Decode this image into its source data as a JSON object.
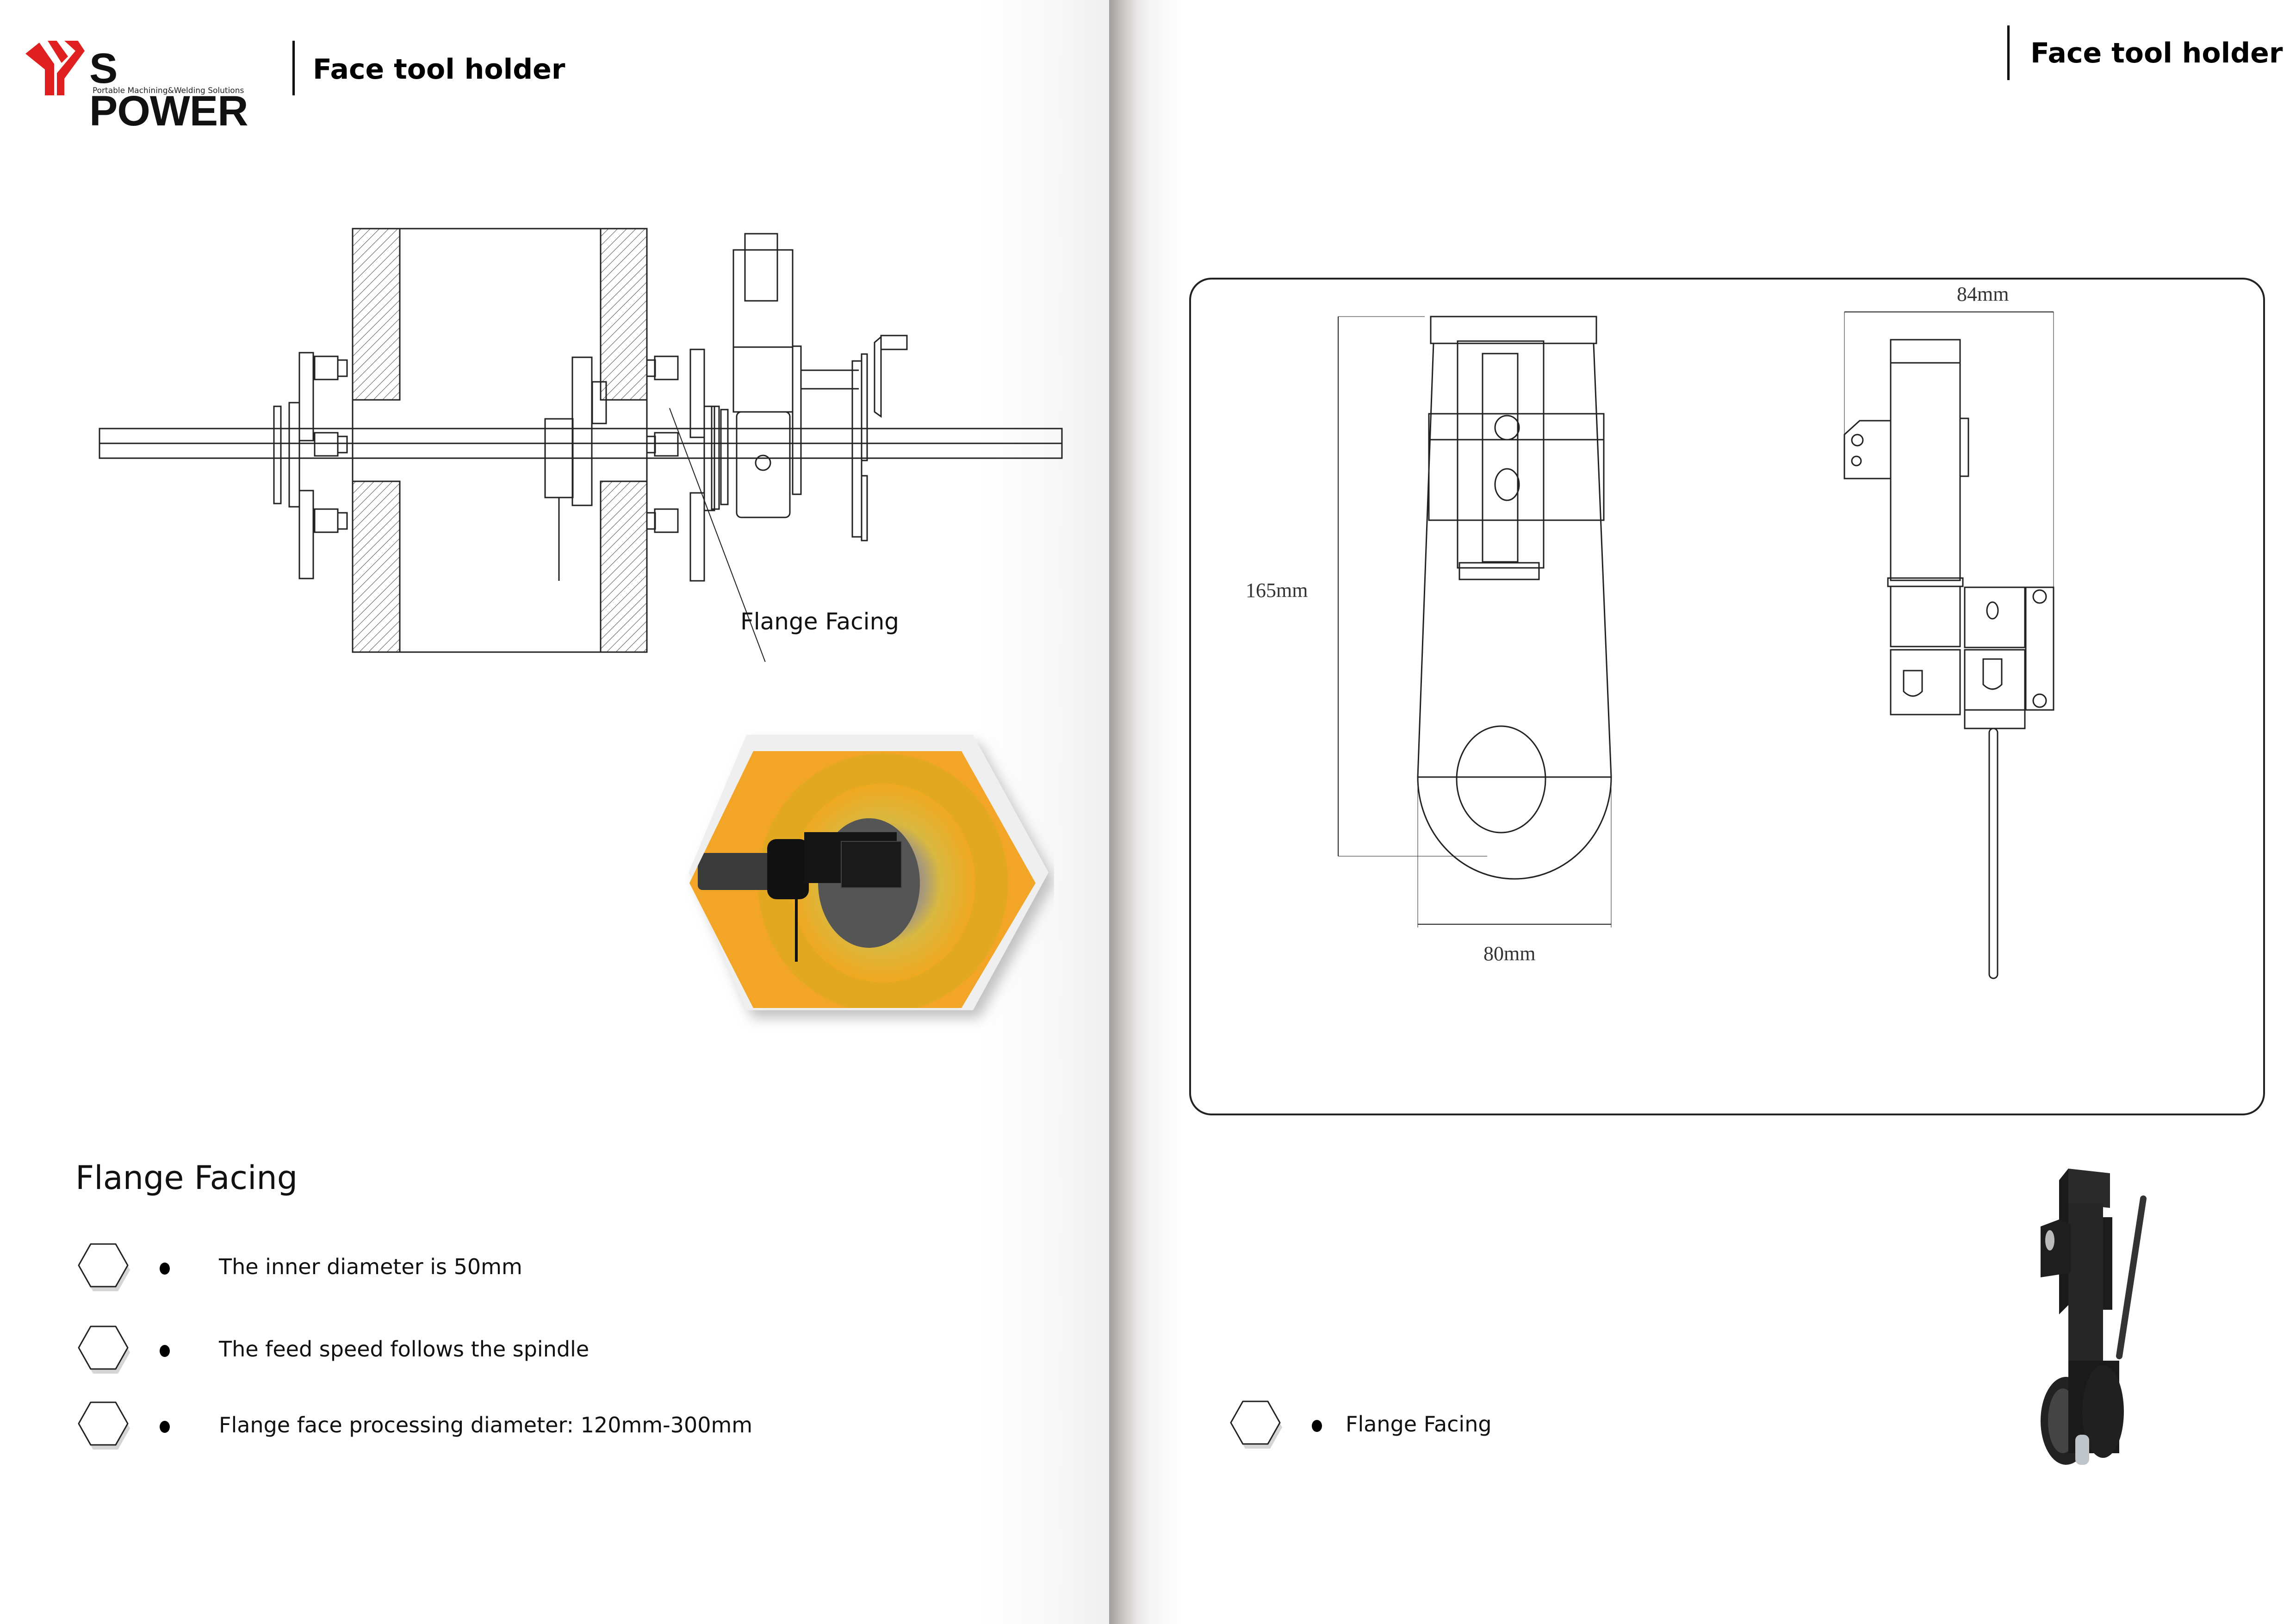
{
  "brand": {
    "logo_mark": "Y",
    "name": "S POWER",
    "tagline": "Portable Machining&Welding Solutions",
    "accent_color": "#e02020"
  },
  "left_page": {
    "header_title": "Face tool holder",
    "drawing": {
      "callout_label": "Flange Facing"
    },
    "photo": {
      "description": "face tool holder mounted on flange, yellow pipe"
    },
    "section": {
      "title": "Flange Facing",
      "bullets": [
        {
          "icon": "hexagon-icon",
          "text": "The inner diameter is 50mm"
        },
        {
          "icon": "hexagon-icon",
          "text": "The feed speed follows the spindle"
        },
        {
          "icon": "hexagon-icon",
          "text": "Flange face processing diameter: 120mm-300mm"
        }
      ]
    }
  },
  "right_page": {
    "header_title": "Face tool holder",
    "dimension_panel": {
      "height_label": "165mm",
      "width_label": "80mm",
      "side_width_label": "84mm"
    },
    "bullets": [
      {
        "icon": "hexagon-icon",
        "text": "Flange Facing"
      }
    ],
    "render": {
      "description": "3D render of face tool holder, black"
    }
  }
}
